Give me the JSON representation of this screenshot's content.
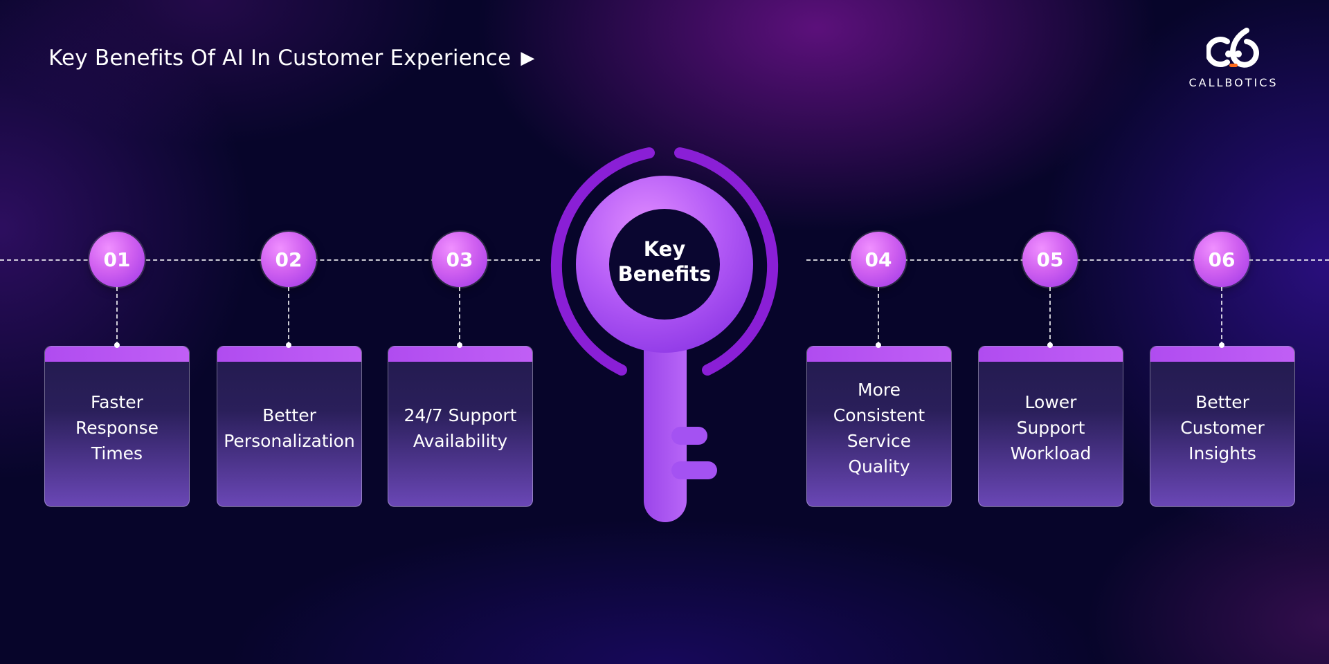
{
  "header": {
    "title": "Key Benefits Of AI In Customer Experience",
    "arrow_glyph": "▶"
  },
  "logo": {
    "text": "CALLBOTICS"
  },
  "center": {
    "label": "Key\nBenefits"
  },
  "benefits": [
    {
      "number": "01",
      "label": "Faster\nResponse\nTimes"
    },
    {
      "number": "02",
      "label": "Better\nPersonalization"
    },
    {
      "number": "03",
      "label": "24/7 Support\nAvailability"
    },
    {
      "number": "04",
      "label": "More\nConsistent\nService\nQuality"
    },
    {
      "number": "05",
      "label": "Lower\nSupport\nWorkload"
    },
    {
      "number": "06",
      "label": "Better\nCustomer\nInsights"
    }
  ],
  "colors": {
    "background": "#07052a",
    "accent": "#b04cf0",
    "key": "#a24df2",
    "ring": "#8a1fd6"
  }
}
